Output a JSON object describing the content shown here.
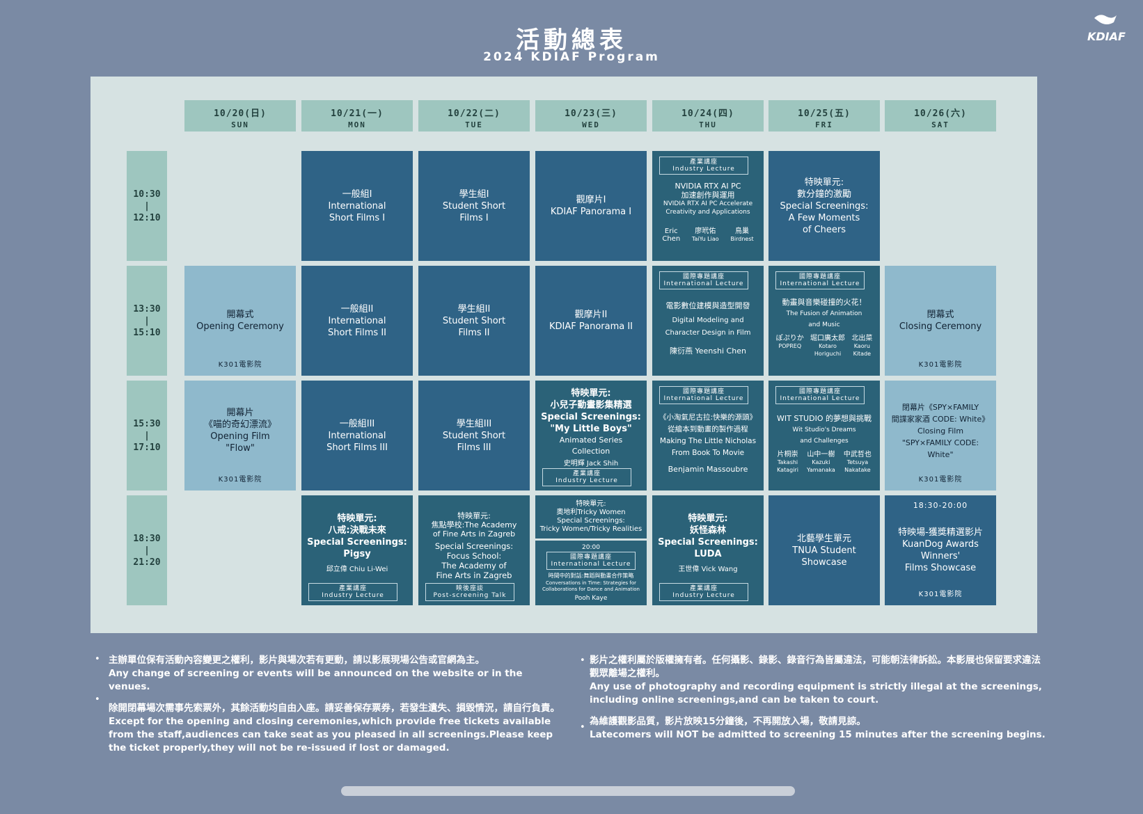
{
  "header": {
    "title": "活動總表",
    "subtitle": "2024 KDIAF Program",
    "logo_text": "KDIAF"
  },
  "days": [
    {
      "date": "10/20(日)",
      "weekday": "SUN"
    },
    {
      "date": "10/21(一)",
      "weekday": "MON"
    },
    {
      "date": "10/22(二)",
      "weekday": "TUE"
    },
    {
      "date": "10/23(三)",
      "weekday": "WED"
    },
    {
      "date": "10/24(四)",
      "weekday": "THU"
    },
    {
      "date": "10/25(五)",
      "weekday": "FRI"
    },
    {
      "date": "10/26(六)",
      "weekday": "SAT"
    }
  ],
  "times": [
    {
      "start": "10:30",
      "sep": "|",
      "end": "12:10"
    },
    {
      "start": "13:30",
      "sep": "|",
      "end": "15:10"
    },
    {
      "start": "15:30",
      "sep": "|",
      "end": "17:10"
    },
    {
      "start": "18:30",
      "sep": "|",
      "end": "21:20"
    }
  ],
  "events": {
    "mon1": "一般組I\nInternational\nShort Films I",
    "tue1": "學生組I\nStudent Short\nFilms I",
    "wed1": "觀摩片I\nKDIAF Panorama I",
    "thu1_tag": "產業講座\nIndustry Lecture",
    "thu1_title": "NVIDIA RTX AI PC\n加速創作與運用",
    "thu1_sub": "NVIDIA RTX AI PC Accelerate\nCreativity and Applications",
    "thu1_sp1": "Eric\nChen",
    "thu1_sp2": "廖玳佑",
    "thu1_sp2b": "TaiYu Liao",
    "thu1_sp3": "鳥巢",
    "thu1_sp3b": "Birdnest",
    "fri1": "特映單元:\n數分鐘的激勵\nSpecial Screenings:\nA Few Moments\nof Cheers",
    "sun2": "開幕式\nOpening Ceremony",
    "sun2_venue": "K301電影院",
    "mon2": "一般組II\nInternational\nShort Films II",
    "tue2": "學生組II\nStudent Short\nFilms II",
    "wed2": "觀摩片II\nKDIAF Panorama II",
    "thu2_tag": "國際專題講座\nInternational Lecture",
    "thu2_title": "電影數位建模與造型開發",
    "thu2_sub": "Digital Modeling and\nCharacter Design in Film",
    "thu2_sp": "陳衍燕 Yeenshi Chen",
    "fri2_tag": "國際專題講座\nInternational Lecture",
    "fri2_title": "動畫與音樂碰撞的火花！",
    "fri2_sub": "The Fusion of Animation\nand Music",
    "fri2_sp1": "ぽぷりか",
    "fri2_sp1b": "POPREQ",
    "fri2_sp2": "堀口廣太郎",
    "fri2_sp2b": "Kotaro\nHoriguchi",
    "fri2_sp3": "北出菜",
    "fri2_sp3b": "Kaoru\nKitade",
    "sat2": "閉幕式\nClosing Ceremony",
    "sat2_venue": "K301電影院",
    "sun3": "開幕片\n《喵的奇幻漂流》\nOpening Film\n\"Flow\"",
    "sun3_venue": "K301電影院",
    "mon3": "一般組III\nInternational\nShort Films III",
    "tue3": "學生組III\nStudent Short\nFilms III",
    "wed3_title": "特映單元:\n小兒子動畫影集精選\nSpecial Screenings:\n\"My Little Boys\"",
    "wed3_sub": "Animated Series Collection",
    "wed3_sp": "史明輝 Jack Shih",
    "wed3_tag": "產業講座\nIndustry Lecture",
    "thu3_tag": "國際專題講座\nInternational Lecture",
    "thu3_title": "《小淘氣尼古拉:快樂的源頭》\n從繪本到動畫的製作過程\nMaking The Little Nicholas\nFrom Book To Movie",
    "thu3_sp": "Benjamin Massoubre",
    "fri3_tag": "國際專題講座\nInternational Lecture",
    "fri3_title": "WIT STUDIO 的夢想與挑戰",
    "fri3_sub": "Wit Studio's Dreams\nand Challenges",
    "fri3_sp1": "片桐崇",
    "fri3_sp1b": "Takashi\nKatagiri",
    "fri3_sp2": "山中一樹",
    "fri3_sp2b": "Kazuki\nYamanaka",
    "fri3_sp3": "中武哲也",
    "fri3_sp3b": "Tetsuya\nNakatake",
    "sat3": "閉幕片《SPY×FAMILY\n間諜家家酒 CODE: White》\nClosing Film\n\"SPY×FAMILY CODE: White\"",
    "sat3_venue": "K301電影院",
    "mon4_title": "特映單元:\n八戒:決戰未來\nSpecial Screenings:\nPigsy",
    "mon4_sp": "邱立偉 Chiu Li-Wei",
    "mon4_tag": "產業講座\nIndustry Lecture",
    "tue4_title": "特映單元:\n焦點學校:The Academy\nof Fine Arts in Zagreb",
    "tue4_main": "Special Screenings:\nFocus School:\nThe Academy of\nFine Arts in Zagreb",
    "tue4_tag": "映後座談\nPost-screening Talk",
    "wed4a": "特映單元:\n奧地利Tricky Women\nSpecial Screenings:\nTricky Women/Tricky Realities",
    "wed4b_time": "20:00",
    "wed4b_tag": "國際專題講座\nInternational Lecture",
    "wed4b_title": "時間中的對話:舞蹈與動畫合作策略",
    "wed4b_sub": "Conversations in Time: Strategies for\nCollaborations for Dance and Animation",
    "wed4b_sp": "Pooh Kaye",
    "thu4_title": "特映單元:\n妖怪森林\nSpecial Screenings:\nLUDA",
    "thu4_sp": "王世偉 Vick Wang",
    "thu4_tag": "產業講座\nIndustry Lecture",
    "fri4": "北藝學生單元\nTNUA Student\nShowcase",
    "sat4_time": "18:30-20:00",
    "sat4": "特映場-獲獎精選影片\nKuanDog Awards\nWinners'\nFilms Showcase",
    "sat4_venue": "K301電影院"
  },
  "notes": {
    "left1_zh": "主辦單位保有活動內容變更之權利，影片與場次若有更動，請以影展現場公告或官網為主。",
    "left1_en": "Any change of screening or events will be announced on the website or in the venues.",
    "left2_zh": "除開閉幕場次需事先索票外，其餘活動均自由入座。請妥善保存票券，若發生遺失、損毀情況，請自行負責。",
    "left2_en": "Except for the opening and closing ceremonies,which provide free tickets available from the staff,audiences can take seat as you pleased in all screenings.Please keep the ticket properly,they will not be re-issued if lost or damaged.",
    "right1_zh": "影片之權利屬於版權擁有者。任何攝影、錄影、錄音行為皆屬違法，可能朝法律訴訟。本影展也保留要求違法觀眾離場之權利。",
    "right1_en": "Any use of photography and recording equipment is strictly illegal at the screenings, including online screenings,and can be taken to court.",
    "right2_zh": "為維護觀影品質，影片放映15分鐘後，不再開放入場，敬請見諒。",
    "right2_en": "Latecomers will NOT be admitted to screening 15 minutes after the screening begins."
  }
}
